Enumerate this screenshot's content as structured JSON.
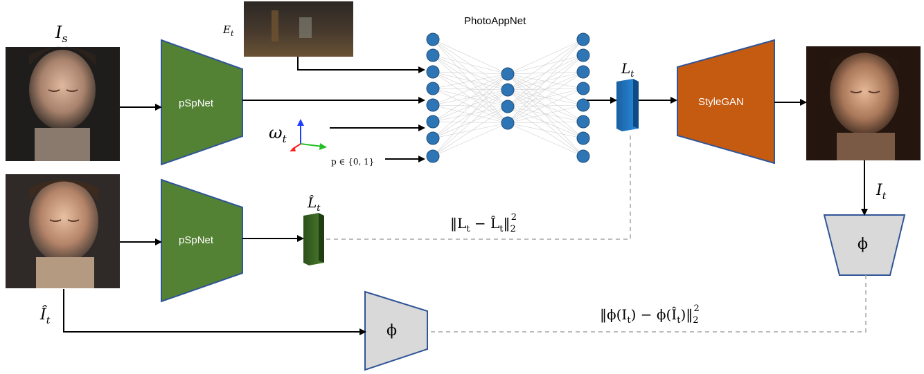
{
  "labels": {
    "source_image": "I_s",
    "env_map": "E_t",
    "title": "PhotoAppNet",
    "light_latent": "L_t",
    "light_latent_hat": "L̂_t",
    "omega": "ω_t",
    "p_set": "p ∈ {0, 1}",
    "output_image": "I_t",
    "target_image_hat": "Î_t",
    "psp_top": "pSpNet",
    "psp_bottom": "pSpNet",
    "stylegan": "StyleGAN",
    "phi_right": "ϕ",
    "phi_bottom": "ϕ",
    "loss_latent": "‖L_t − L̂_t‖²₂",
    "loss_perceptual": "‖ϕ(I_t) − ϕ(Î_t)‖²₂"
  },
  "colors": {
    "pspnet": "#548235",
    "pspnet_border": "#2f5597",
    "stylegan": "#c55a11",
    "phi": "#d9d9d9",
    "node": "#2e75b6",
    "latent_blue": "#1f77c4",
    "latent_green": "#3d6b25",
    "dashed": "#a6a6a6"
  },
  "icons": {
    "axes": "xyz-axes-icon",
    "faces": [
      "face-photo-source",
      "face-photo-target",
      "face-photo-output"
    ],
    "env": "environment-map-photo"
  }
}
